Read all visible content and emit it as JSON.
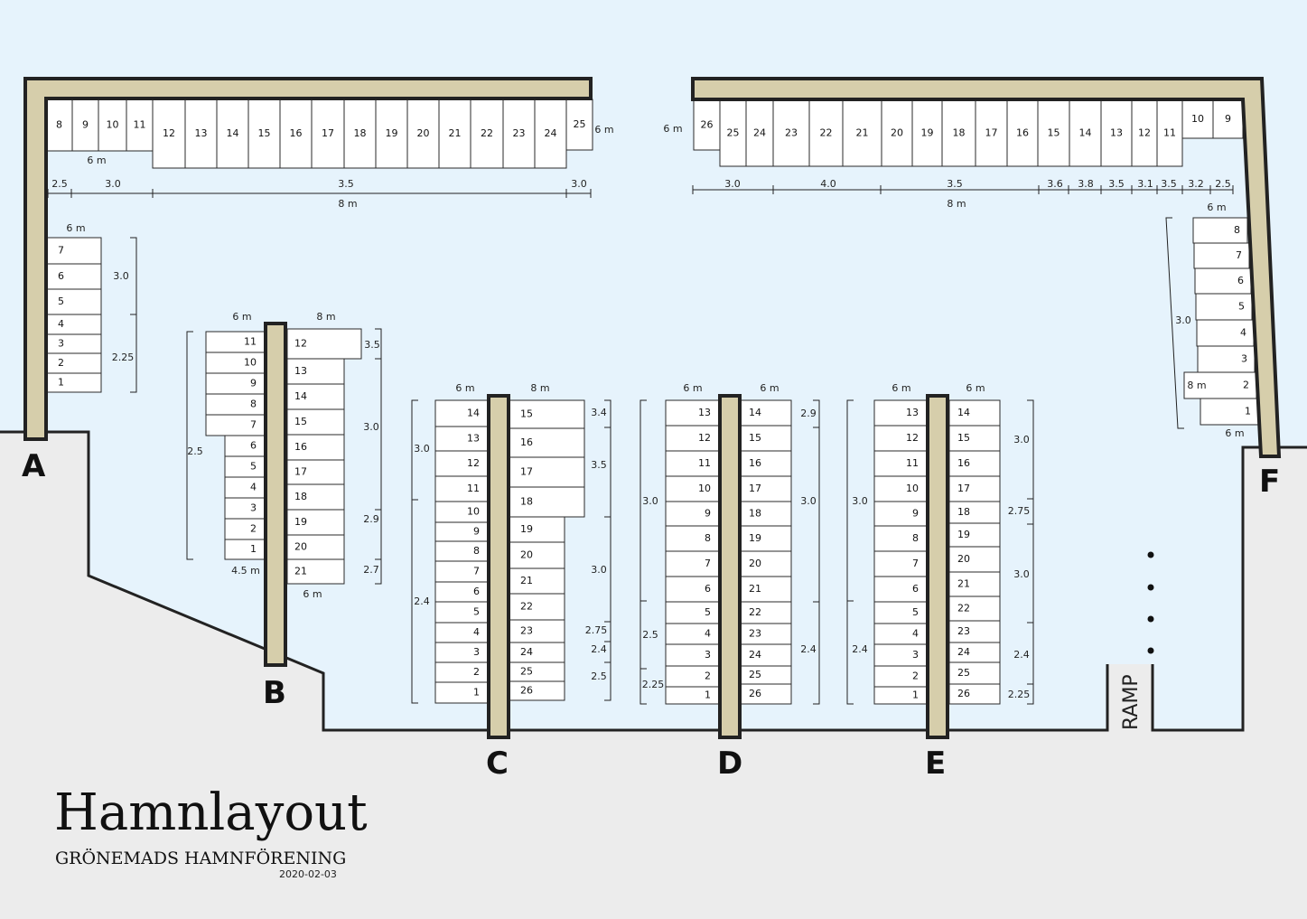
{
  "title": "Hamnlayout",
  "subtitle": "GRÖNEMADS HAMNFÖRENING",
  "date": "2020-02-03",
  "ramp_label": "RAMP",
  "colors": {
    "water": "#e6f3fc",
    "land": "#ececec",
    "pier": "#d6ceab",
    "outline": "#222222"
  },
  "piers": [
    {
      "id": "A",
      "label": "A"
    },
    {
      "id": "B",
      "label": "B"
    },
    {
      "id": "C",
      "label": "C"
    },
    {
      "id": "D",
      "label": "D"
    },
    {
      "id": "E",
      "label": "E"
    },
    {
      "id": "F",
      "label": "F"
    }
  ],
  "A_top_berths": [
    "8",
    "9",
    "10",
    "11",
    "12",
    "13",
    "14",
    "15",
    "16",
    "17",
    "18",
    "19",
    "20",
    "21",
    "22",
    "23",
    "24",
    "25"
  ],
  "A_top_widths": [
    "2.5",
    "3.0",
    "3.5",
    "3.0"
  ],
  "A_top_length_left": "6 m",
  "A_top_length_right": "6 m",
  "A_top_total": "8 m",
  "A_side_berths": [
    "7",
    "6",
    "5",
    "4",
    "3",
    "2",
    "1"
  ],
  "A_side_length": "6 m",
  "A_side_widths": [
    "3.0",
    "2.25"
  ],
  "F_top_berths": [
    "26",
    "25",
    "24",
    "23",
    "22",
    "21",
    "20",
    "19",
    "18",
    "17",
    "16",
    "15",
    "14",
    "13",
    "12",
    "11",
    "10",
    "9"
  ],
  "F_top_widths": [
    "3.0",
    "4.0",
    "3.5",
    "3.6",
    "3.8",
    "3.5",
    "3.1",
    "3.5",
    "3.2",
    "2.5"
  ],
  "F_top_length": "6 m",
  "F_top_total": "8 m",
  "F_side_berths": [
    "8",
    "7",
    "6",
    "5",
    "4",
    "3",
    "2",
    "1"
  ],
  "F_side_length_top": "6 m",
  "F_side_length_bottom": "6 m",
  "F_side_length_wide": "8 m",
  "F_side_width": "3.0",
  "B_left_berths": [
    "11",
    "10",
    "9",
    "8",
    "7",
    "6",
    "5",
    "4",
    "3",
    "2",
    "1"
  ],
  "B_right_berths": [
    "12",
    "13",
    "14",
    "15",
    "16",
    "17",
    "18",
    "19",
    "20",
    "21"
  ],
  "B_left_length": "6 m",
  "B_left_length_bottom": "4.5 m",
  "B_right_length": "8 m",
  "B_right_length_bottom": "6 m",
  "B_left_width": "2.5",
  "B_right_widths": [
    "3.5",
    "3.0",
    "2.9",
    "2.7"
  ],
  "C_left_berths": [
    "14",
    "13",
    "12",
    "11",
    "10",
    "9",
    "8",
    "7",
    "6",
    "5",
    "4",
    "3",
    "2",
    "1"
  ],
  "C_right_berths": [
    "15",
    "16",
    "17",
    "18",
    "19",
    "20",
    "21",
    "22",
    "23",
    "24",
    "25",
    "26"
  ],
  "C_left_length": "6 m",
  "C_right_length": "8 m",
  "C_left_widths": [
    "3.0",
    "2.4"
  ],
  "C_right_widths": [
    "3.4",
    "3.5",
    "3.0",
    "2.75",
    "2.4",
    "2.5"
  ],
  "D_left_berths": [
    "13",
    "12",
    "11",
    "10",
    "9",
    "8",
    "7",
    "6",
    "5",
    "4",
    "3",
    "2",
    "1"
  ],
  "D_right_berths": [
    "14",
    "15",
    "16",
    "17",
    "18",
    "19",
    "20",
    "21",
    "22",
    "23",
    "24",
    "25",
    "26"
  ],
  "D_left_length": "6 m",
  "D_right_length": "6 m",
  "D_left_widths": [
    "3.0",
    "2.5",
    "2.25"
  ],
  "D_right_widths": [
    "2.9",
    "3.0",
    "2.4"
  ],
  "E_left_berths": [
    "13",
    "12",
    "11",
    "10",
    "9",
    "8",
    "7",
    "6",
    "5",
    "4",
    "3",
    "2",
    "1"
  ],
  "E_right_berths": [
    "14",
    "15",
    "16",
    "17",
    "18",
    "19",
    "20",
    "21",
    "22",
    "23",
    "24",
    "25",
    "26"
  ],
  "E_left_length": "6 m",
  "E_right_length": "6 m",
  "E_left_widths": [
    "3.0",
    "2.4"
  ],
  "E_right_widths": [
    "3.0",
    "2.75",
    "3.0",
    "2.4",
    "2.25"
  ]
}
